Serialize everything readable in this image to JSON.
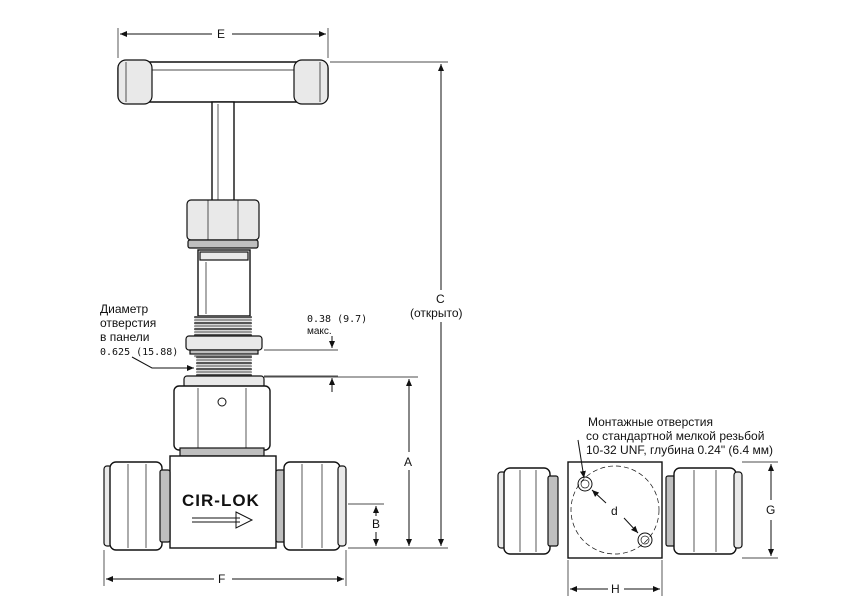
{
  "dimensions": {
    "E": "E",
    "C": "C",
    "C_note": "(открыто)",
    "A": "A",
    "B": "B",
    "F": "F",
    "G": "G",
    "H": "H",
    "d": "d"
  },
  "panel_hole": {
    "line1": "Диаметр",
    "line2": "отверстия",
    "line3": "в панели",
    "value": "0.625 (15.88)"
  },
  "panel_thickness": {
    "value": "0.38 (9.7)",
    "note": "макс."
  },
  "mounting_holes": {
    "line1": "Монтажные отверстия",
    "line2": "со стандартной мелкой резьбой",
    "line3": "10-32 UNF, глубина 0.24\" (6.4 мм)"
  },
  "brand": "CIR-LOK",
  "icons": {
    "flow_arrow": "flow-arrow-icon"
  }
}
